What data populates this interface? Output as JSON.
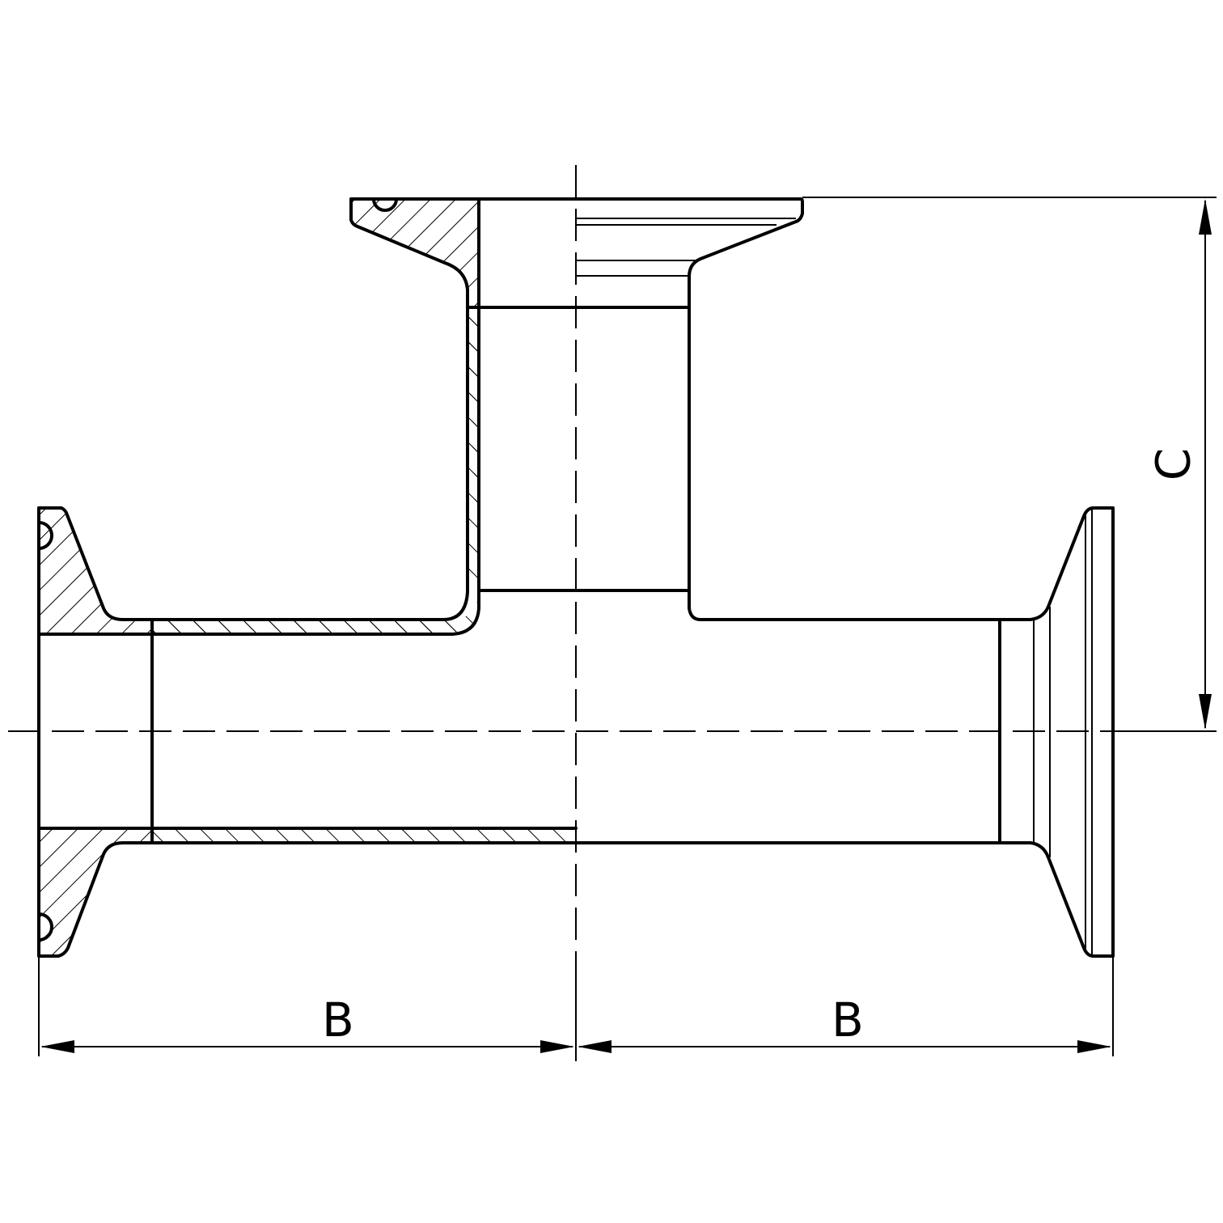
{
  "drawing": {
    "subject": "Tri-clamp equal tee fitting, half-section view",
    "colors": {
      "line": "#000000",
      "background": "#ffffff"
    }
  },
  "dimensions": {
    "left_b": {
      "label": "B"
    },
    "right_b": {
      "label": "B"
    },
    "height_c": {
      "label": "C"
    }
  }
}
